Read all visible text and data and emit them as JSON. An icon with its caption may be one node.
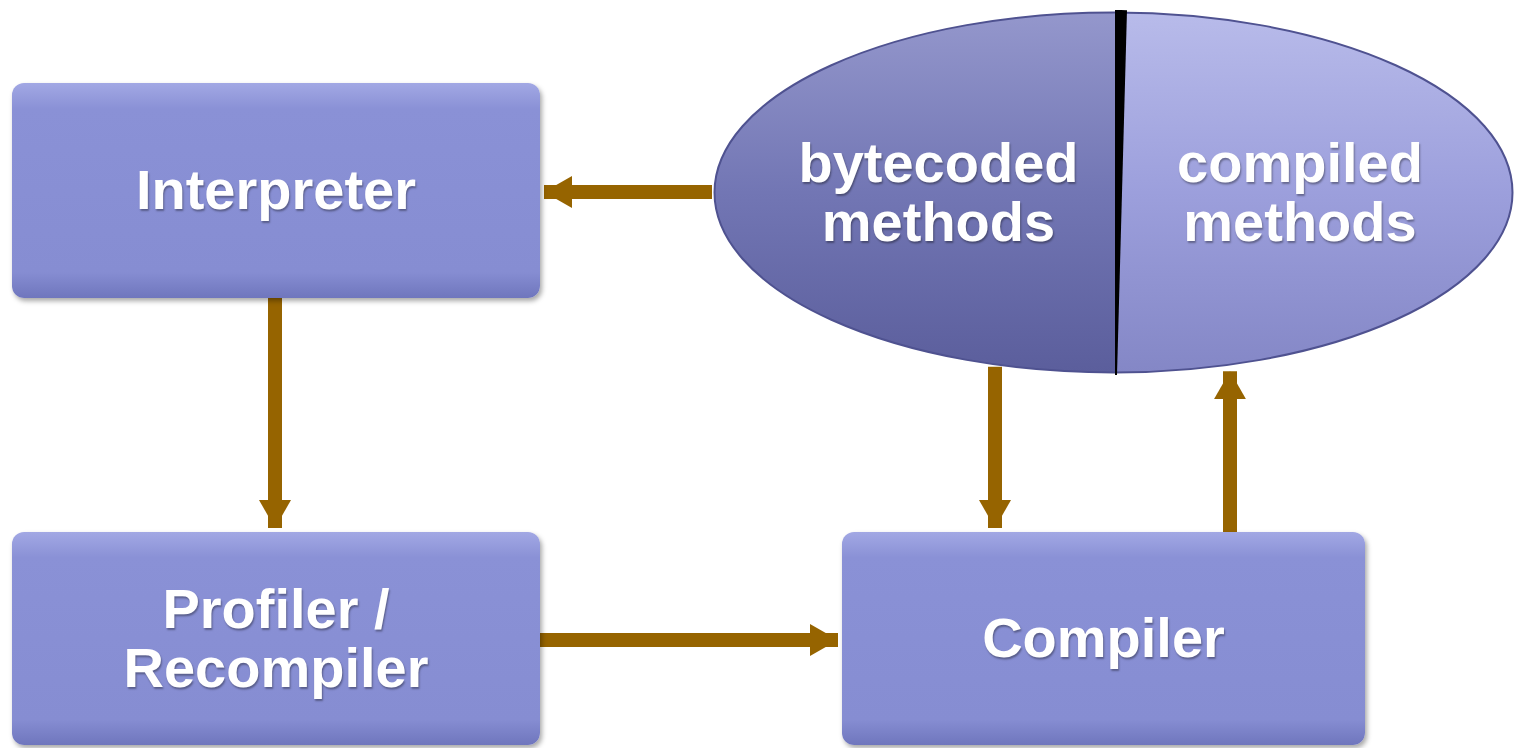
{
  "diagram": {
    "nodes": [
      {
        "text": [
          "Interpreter"
        ]
      },
      {
        "text": [],
        "shape": "ellipse"
      },
      {
        "text": [
          "bytecoded methods"
        ],
        "in": 1
      },
      {
        "text": [
          "compiled methods"
        ],
        "in": 1
      },
      {
        "text": [
          "Profiler / Recompiler"
        ]
      },
      {
        "text": [
          "Compiler"
        ]
      }
    ],
    "edges": [
      {
        "from": 2,
        "to": 0,
        "arrow": "to"
      },
      {
        "from": 0,
        "to": 4,
        "arrow": "to"
      },
      {
        "from": 4,
        "to": 5,
        "arrow": "to"
      },
      {
        "from": 2,
        "to": 5,
        "arrow": "to"
      },
      {
        "from": 5,
        "to": 3,
        "arrow": "to"
      }
    ]
  }
}
